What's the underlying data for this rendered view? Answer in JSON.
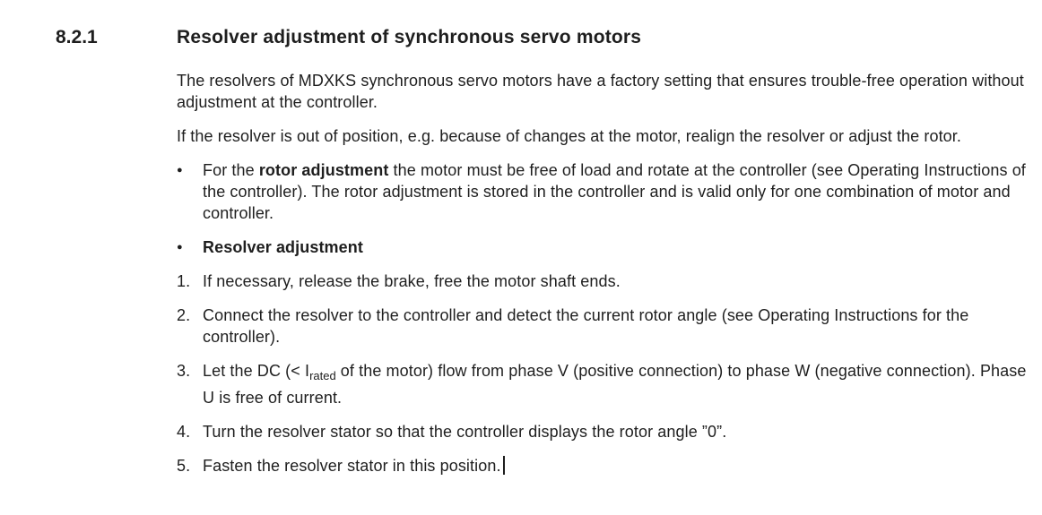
{
  "colors": {
    "background": "#ffffff",
    "text": "#1e1e1e"
  },
  "section": {
    "number": "8.2.1",
    "title": "Resolver adjustment of synchronous servo motors"
  },
  "paragraphs": [
    "The resolvers of MDXKS synchronous servo motors have a factory setting that ensures trouble-free operation without adjustment at the controller.",
    "If the resolver is out of position, e.g. because of changes at the motor, realign the resolver or adjust the rotor."
  ],
  "bullet_list": {
    "marker": "●",
    "items": [
      {
        "before": "For the ",
        "bold": "rotor adjustment",
        "after": " the motor must be free of load and rotate at the controller (see Operating Instructions of the controller). The rotor adjustment is stored in the controller and is valid only for one combination of motor and controller."
      },
      {
        "before": "",
        "bold": "Resolver adjustment",
        "after": ""
      }
    ]
  },
  "steps": [
    {
      "marker": "1.",
      "text": "If necessary, release the brake, free the motor shaft ends."
    },
    {
      "marker": "2.",
      "text": "Connect the resolver to the controller and detect the current rotor angle (see Operating Instructions for the controller)."
    },
    {
      "marker": "3.",
      "text_pre_sub": "Let the DC (< I",
      "subscript": "rated",
      "text_post_sub": " of the motor) flow from phase V (positive connection) to phase W (negative connection). Phase U is free of current."
    },
    {
      "marker": "4.",
      "text": "Turn the resolver stator so that the controller displays the rotor angle ”0”."
    },
    {
      "marker": "5.",
      "text": "Fasten the resolver stator in this position."
    }
  ]
}
